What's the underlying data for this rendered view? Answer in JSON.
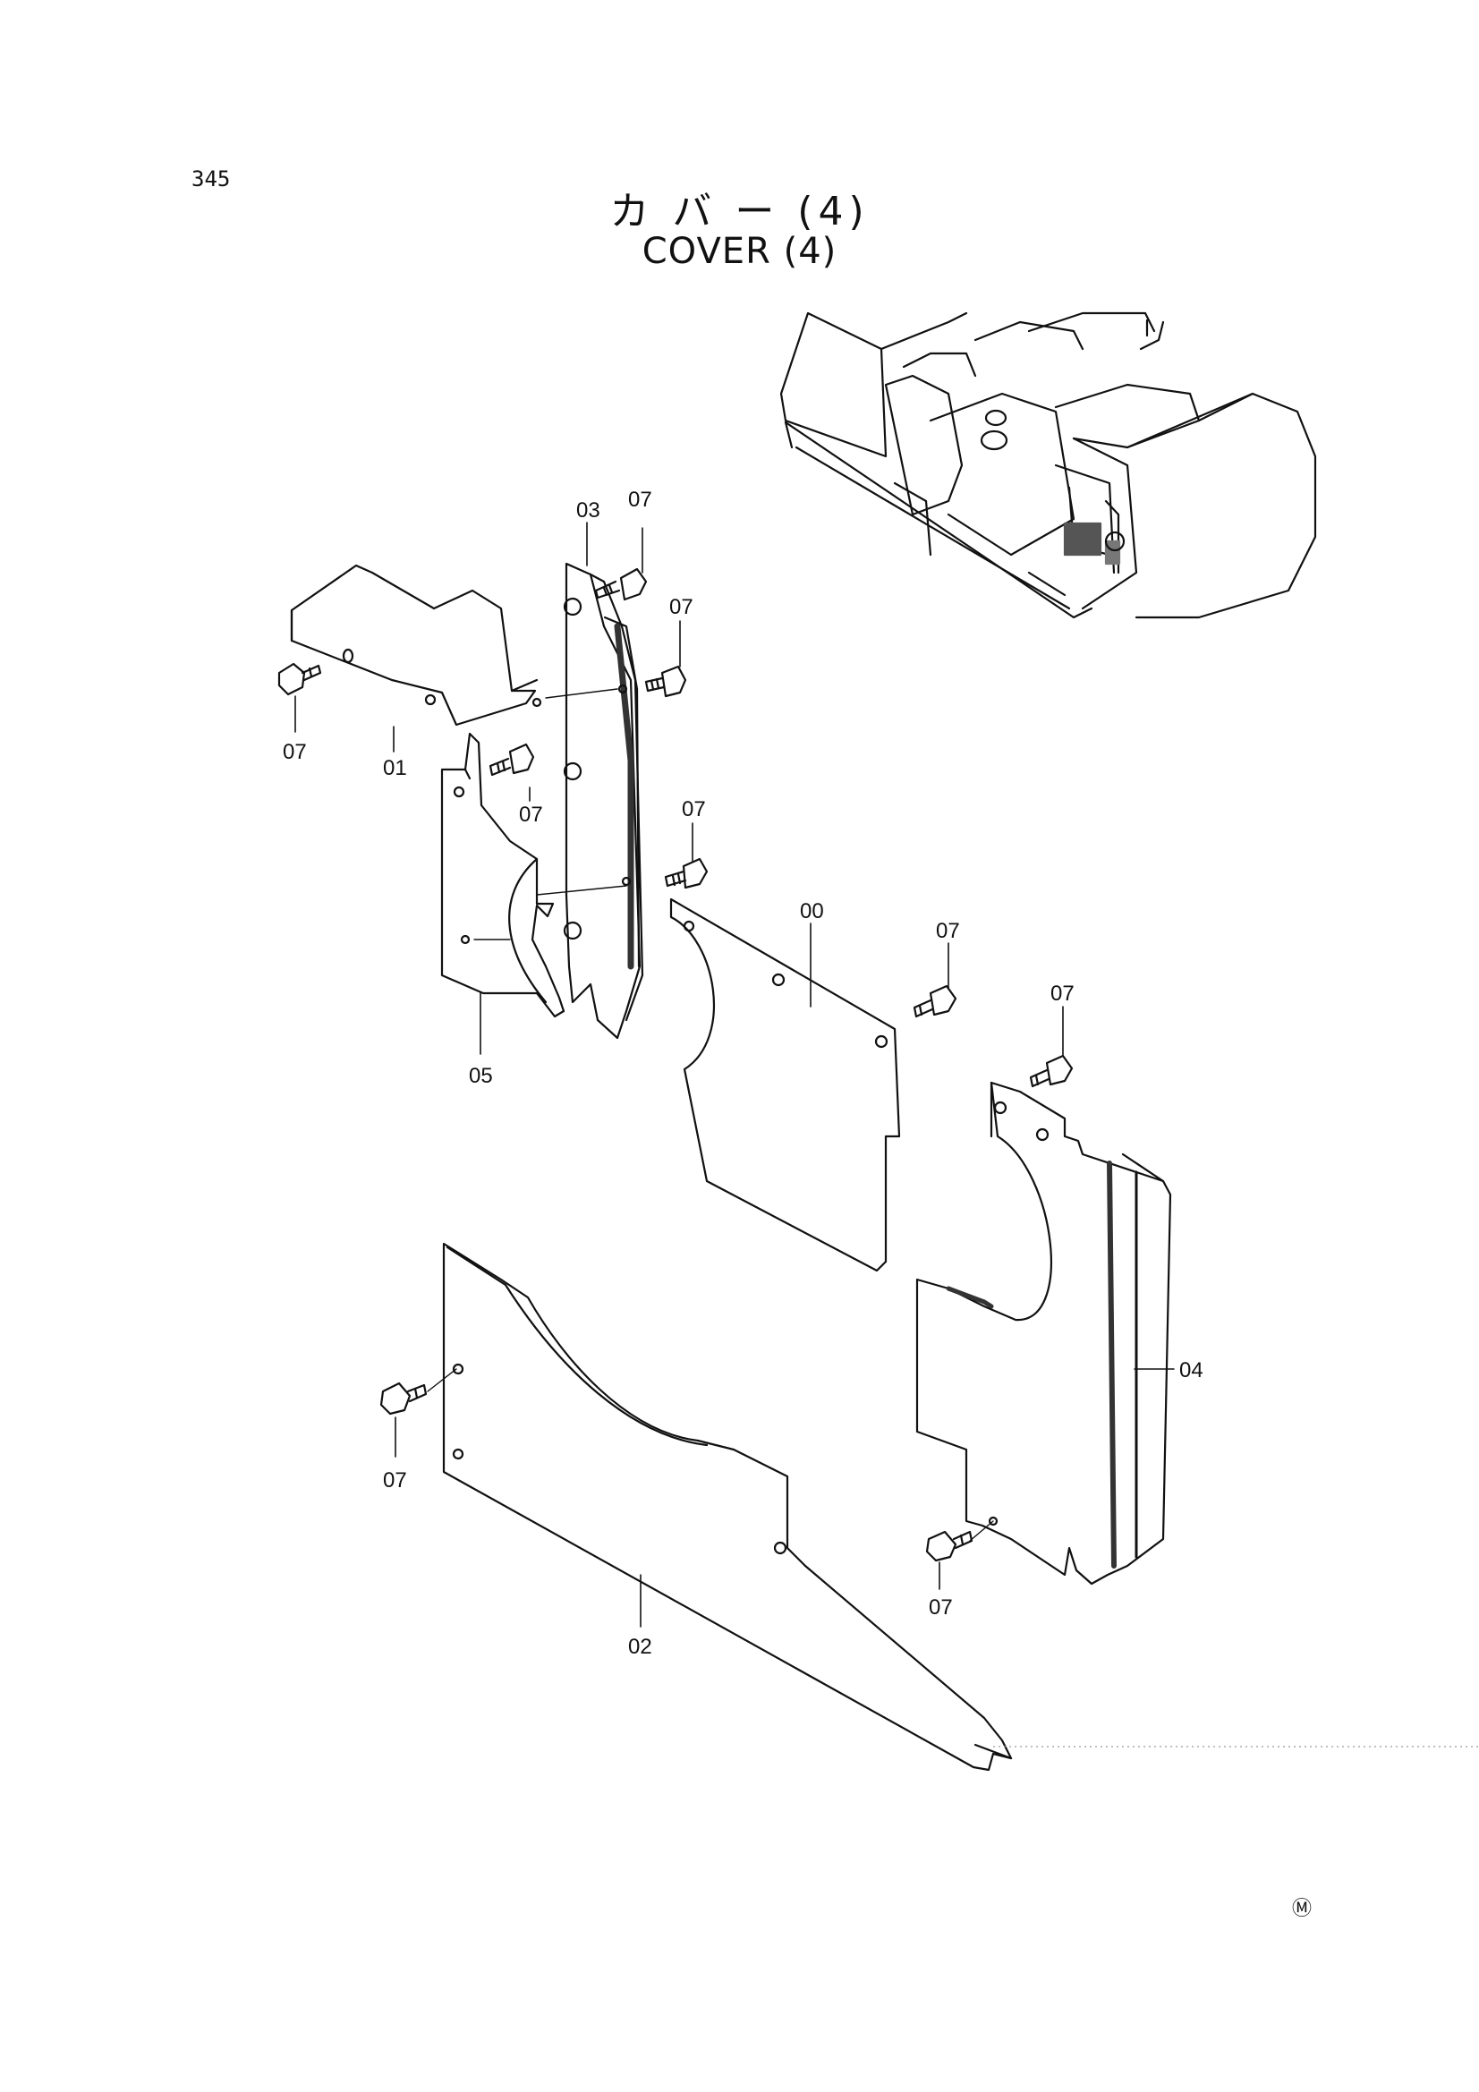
{
  "page_number": "345",
  "title_jp": "カ バ ー  (4)",
  "title_en": "COVER  (4)",
  "parts": [
    {
      "id": "p00",
      "label": "00"
    },
    {
      "id": "p01",
      "label": "01"
    },
    {
      "id": "p02",
      "label": "02"
    },
    {
      "id": "p03",
      "label": "03"
    },
    {
      "id": "p04",
      "label": "04"
    },
    {
      "id": "p05",
      "label": "05"
    }
  ],
  "bolt_label": "07",
  "corner_mark": "Ⓜ"
}
